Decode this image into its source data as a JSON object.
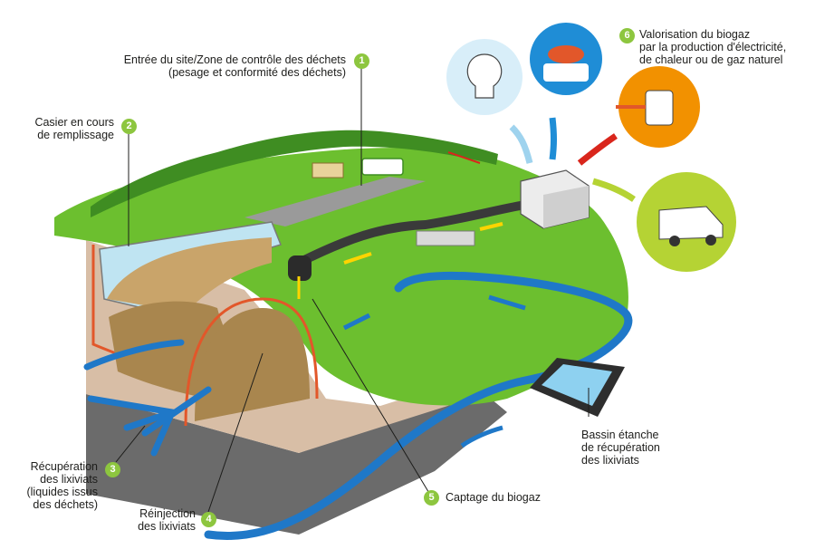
{
  "colors": {
    "badge": "#8dc63f",
    "grass": "#6cbf2f",
    "grass_dark": "#3f8d22",
    "pipe_blue": "#1f78c8",
    "pipe_dark": "#3a3a3a",
    "soil": "#d8bea6",
    "waste": "#a9864e",
    "liner": "#e2572a",
    "arrow_yellow": "#ffd400",
    "arrow_red": "#d9261c",
    "arrow_lightblue": "#9fd3ee",
    "arrow_green": "#b5d334",
    "usage_orange": "#f29100"
  },
  "labels": {
    "l1": {
      "num": "1",
      "lines": [
        "Entrée du site/Zone de contrôle des déchets",
        "(pesage et conformité des déchets)"
      ]
    },
    "l2": {
      "num": "2",
      "lines": [
        "Casier en cours",
        "de remplissage"
      ]
    },
    "l3": {
      "num": "3",
      "lines": [
        "Récupération",
        "des lixiviats",
        "(liquides issus",
        "des déchets)"
      ]
    },
    "l4": {
      "num": "4",
      "lines": [
        "Réinjection",
        "des lixiviats"
      ]
    },
    "l5": {
      "num": "5",
      "lines": [
        "Captage du biogaz"
      ]
    },
    "l6": {
      "num": "6",
      "lines": [
        "Valorisation du biogaz",
        "par la production d'électricité,",
        "de chaleur ou de gaz naturel"
      ]
    },
    "bassin": {
      "lines": [
        "Bassin étanche",
        "de récupération",
        "des lixiviats"
      ]
    }
  },
  "icons": {
    "electricity": "light-bulb-icon",
    "cooking": "gas-stove-icon",
    "heat": "radiator-icon",
    "vehicle": "gas-vehicle-icon"
  }
}
